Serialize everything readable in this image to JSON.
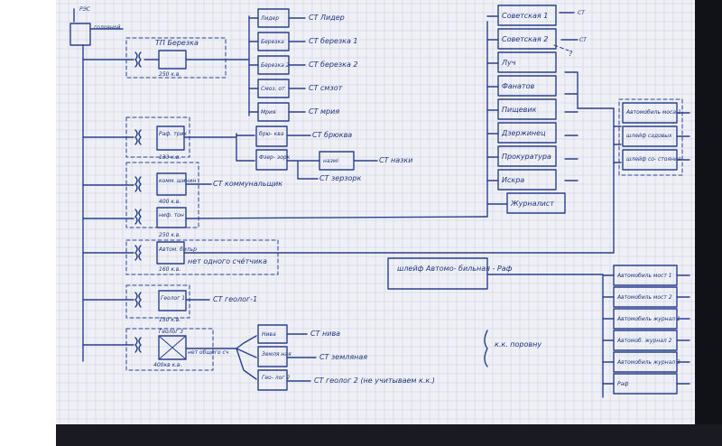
{
  "diagram": {
    "source": "РЭС",
    "head": "головной",
    "tp_bereza": "ТП Березка",
    "tp_bereza_kva": "250 к.в.",
    "tp_bereza_nodes": [
      "Лидер",
      "Березка",
      "Березка 2",
      "Смоз. от",
      "Мрия"
    ],
    "tp_bereza_targets": [
      "СТ Лидер",
      "СТ березка 1",
      "СТ березка 2",
      "СТ смзот",
      "СТ мрия"
    ],
    "raf_node": "Раф. трик",
    "raf_kva": "133 к.в.",
    "bryukva_nodes": [
      "брю- ква",
      "Фзер- зорк"
    ],
    "nazmi": "назмі",
    "bryukva_targets": [
      "СТ брюква",
      "СТ назки",
      "СТ зерзорк"
    ],
    "komm_node": "комм. шинин",
    "komm_kva": "400 к.в.",
    "komm_target": "СТ коммунальщик",
    "nifu_node": "ниф. тон",
    "nifu_kva": "250 к.в.",
    "avto_node": "Автом. бильр",
    "avto_kva": "160 к.в.",
    "avto_note": "нет одного счётчика",
    "geolog_node": "Геолог 1",
    "geolog_kva": "150 к.в.",
    "geolog_target": "СТ геолог-1",
    "geolog3_node": "Геолог 3",
    "geolog3_kva": "400кв к.в.",
    "common_note": "нет общего сч",
    "niva_nodes": [
      "Нива",
      "Земля ная",
      "Гео- лог 2"
    ],
    "niva_targets": [
      "СТ нива",
      "СТ земляная",
      "СТ геолог 2 (не учитываем к.к.)"
    ],
    "brace_note": "к.к. поровну",
    "right_stack": [
      "Советская 1",
      "Советская 2",
      "Луч",
      "Фанатов",
      "Пищевик",
      "Дзержинец",
      "Прокуратура",
      "Искра",
      "Журналист"
    ],
    "right_targets": [
      "СТ",
      "СТ"
    ],
    "question": "?",
    "shleif_box": "шлейф Автомо- бильная - Раф",
    "shleif_stack": [
      "Автомобиль моса 1",
      "шлейф садовых",
      "шлейф со- стояния"
    ],
    "auto_stack": [
      "Автомобиль мост 1",
      "Автомобиль мост 2",
      "Автомобиль журнал 1",
      "Автомоб. журнал 2",
      "Автомобиль журнал 3",
      "Раф"
    ]
  }
}
